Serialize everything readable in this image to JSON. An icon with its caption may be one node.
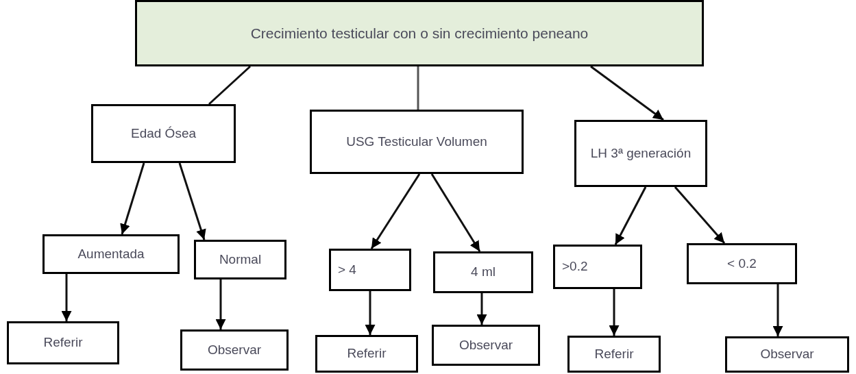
{
  "diagram": {
    "nodes": [
      {
        "text": [
          "Crecimiento testicular con o sin crecimiento peneano"
        ]
      },
      {
        "text": [
          "Edad Ósea"
        ]
      },
      {
        "text": [
          "USG Testicular Volumen"
        ]
      },
      {
        "text": [
          "LH 3ª generación"
        ]
      },
      {
        "text": [
          "Aumentada"
        ]
      },
      {
        "text": [
          "Normal"
        ]
      },
      {
        "text": [
          "> 4"
        ]
      },
      {
        "text": [
          "4 ml"
        ]
      },
      {
        "text": [
          ">0.2"
        ]
      },
      {
        "text": [
          "< 0.2"
        ]
      },
      {
        "text": [
          "Referir"
        ]
      },
      {
        "text": [
          "Observar"
        ]
      },
      {
        "text": [
          "Referir"
        ]
      },
      {
        "text": [
          "Observar"
        ]
      },
      {
        "text": [
          "Referir"
        ]
      },
      {
        "text": [
          "Observar"
        ]
      }
    ],
    "edges": [
      {
        "from": 0,
        "to": 1,
        "arrow": "none"
      },
      {
        "from": 0,
        "to": 2,
        "arrow": "none"
      },
      {
        "from": 0,
        "to": 3,
        "arrow": "to"
      },
      {
        "from": 1,
        "to": 4,
        "arrow": "to"
      },
      {
        "from": 1,
        "to": 5,
        "arrow": "to"
      },
      {
        "from": 2,
        "to": 6,
        "arrow": "to"
      },
      {
        "from": 2,
        "to": 7,
        "arrow": "to"
      },
      {
        "from": 3,
        "to": 8,
        "arrow": "to"
      },
      {
        "from": 3,
        "to": 9,
        "arrow": "to"
      },
      {
        "from": 4,
        "to": 10,
        "arrow": "to"
      },
      {
        "from": 5,
        "to": 11,
        "arrow": "to"
      },
      {
        "from": 6,
        "to": 12,
        "arrow": "to"
      },
      {
        "from": 7,
        "to": 13,
        "arrow": "to"
      },
      {
        "from": 8,
        "to": 14,
        "arrow": "to"
      },
      {
        "from": 9,
        "to": 15,
        "arrow": "to"
      }
    ]
  }
}
